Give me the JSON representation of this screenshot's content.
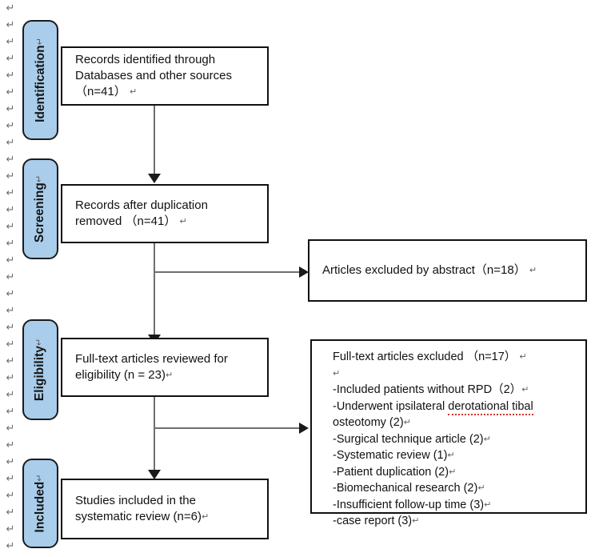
{
  "diagram": {
    "title": "PRISMA flow diagram",
    "return_mark_glyph": "↵",
    "accent_blue": "#a9cdeb",
    "border_color": "#111111",
    "connector_color": "#6f6f72",
    "spellcheck_underline_color": "#d0342c",
    "margin_return_mark_count": 33
  },
  "stages": [
    {
      "label": "Identification",
      "mark": "↵"
    },
    {
      "label": "Screening",
      "mark": "↵"
    },
    {
      "label": "Eligibility",
      "mark": "↵"
    },
    {
      "label": "Included",
      "mark": "↵"
    }
  ],
  "boxes": {
    "identification": {
      "line1": "Records identified through",
      "line2": "Databases and other sources",
      "line3": "（n=41）",
      "mark": "↵"
    },
    "screening": {
      "line1": "Records after duplication",
      "line2": "removed （n=41）",
      "mark": "↵"
    },
    "excluded_abstract": {
      "line1": "Articles excluded by abstract（n=18）",
      "mark": "↵"
    },
    "eligibility": {
      "line1": "Full-text articles reviewed for",
      "line2": "eligibility (n = 23)",
      "mark": "↵"
    },
    "excluded_fulltext": {
      "heading": "Full-text articles excluded （n=17）",
      "heading_mark": "↵",
      "blank_mark": "↵",
      "items": [
        {
          "text": "-Included patients without RPD（2）",
          "mark": "↵",
          "misspelled": ""
        },
        {
          "text_prefix": "-Underwent ipsilateral ",
          "misspelled": "derotational tibal",
          "text_suffix": "",
          "mark": ""
        },
        {
          "text": "osteotomy (2)",
          "mark": "↵",
          "misspelled": ""
        },
        {
          "text": "-Surgical technique article (2)",
          "mark": "↵",
          "misspelled": ""
        },
        {
          "text": "-Systematic review (1)",
          "mark": "↵",
          "misspelled": ""
        },
        {
          "text": "-Patient duplication (2)",
          "mark": "↵",
          "misspelled": ""
        },
        {
          "text": "-Biomechanical research (2)",
          "mark": "↵",
          "misspelled": ""
        },
        {
          "text": "-Insufficient follow-up time (3)",
          "mark": "↵",
          "misspelled": ""
        },
        {
          "text": "-case report (3)",
          "mark": "↵",
          "misspelled": ""
        }
      ]
    },
    "included": {
      "line1": "Studies included in the",
      "line2": "systematic review (n=6)",
      "mark": "↵"
    }
  }
}
